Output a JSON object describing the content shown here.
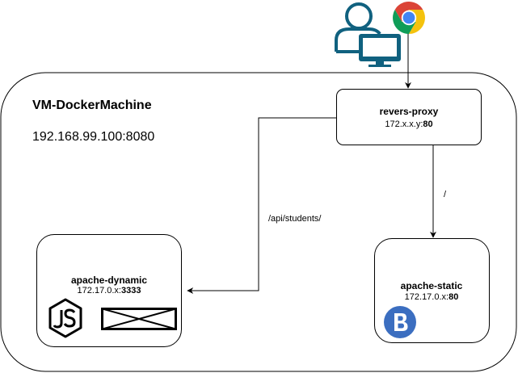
{
  "vm": {
    "title": "VM-DockerMachine",
    "address": "192.168.99.100:8080"
  },
  "proxy": {
    "name": "revers-proxy",
    "ip_prefix": "172.x.x.y:",
    "port": "80"
  },
  "dynamic": {
    "name": "apache-dynamic",
    "ip_prefix": "172.17.0.x:",
    "port": "3333"
  },
  "static": {
    "name": "apache-static",
    "ip_prefix": "172.17.0.x:",
    "port": "80"
  },
  "routes": {
    "api": "/api/students/",
    "root": "/"
  },
  "icons": {
    "user": "user-at-computer-icon",
    "browser": "chrome-browser-icon",
    "node": "nodejs-icon",
    "express": "express-placeholder-icon",
    "bootstrap": "bootstrap-icon"
  },
  "colors": {
    "user_icon": "#10617f",
    "chrome_red": "#db4437",
    "chrome_yellow": "#f4c20d",
    "chrome_green": "#0f9d58",
    "chrome_blue": "#4285f4",
    "bootstrap_blue": "#3b6ec0"
  }
}
